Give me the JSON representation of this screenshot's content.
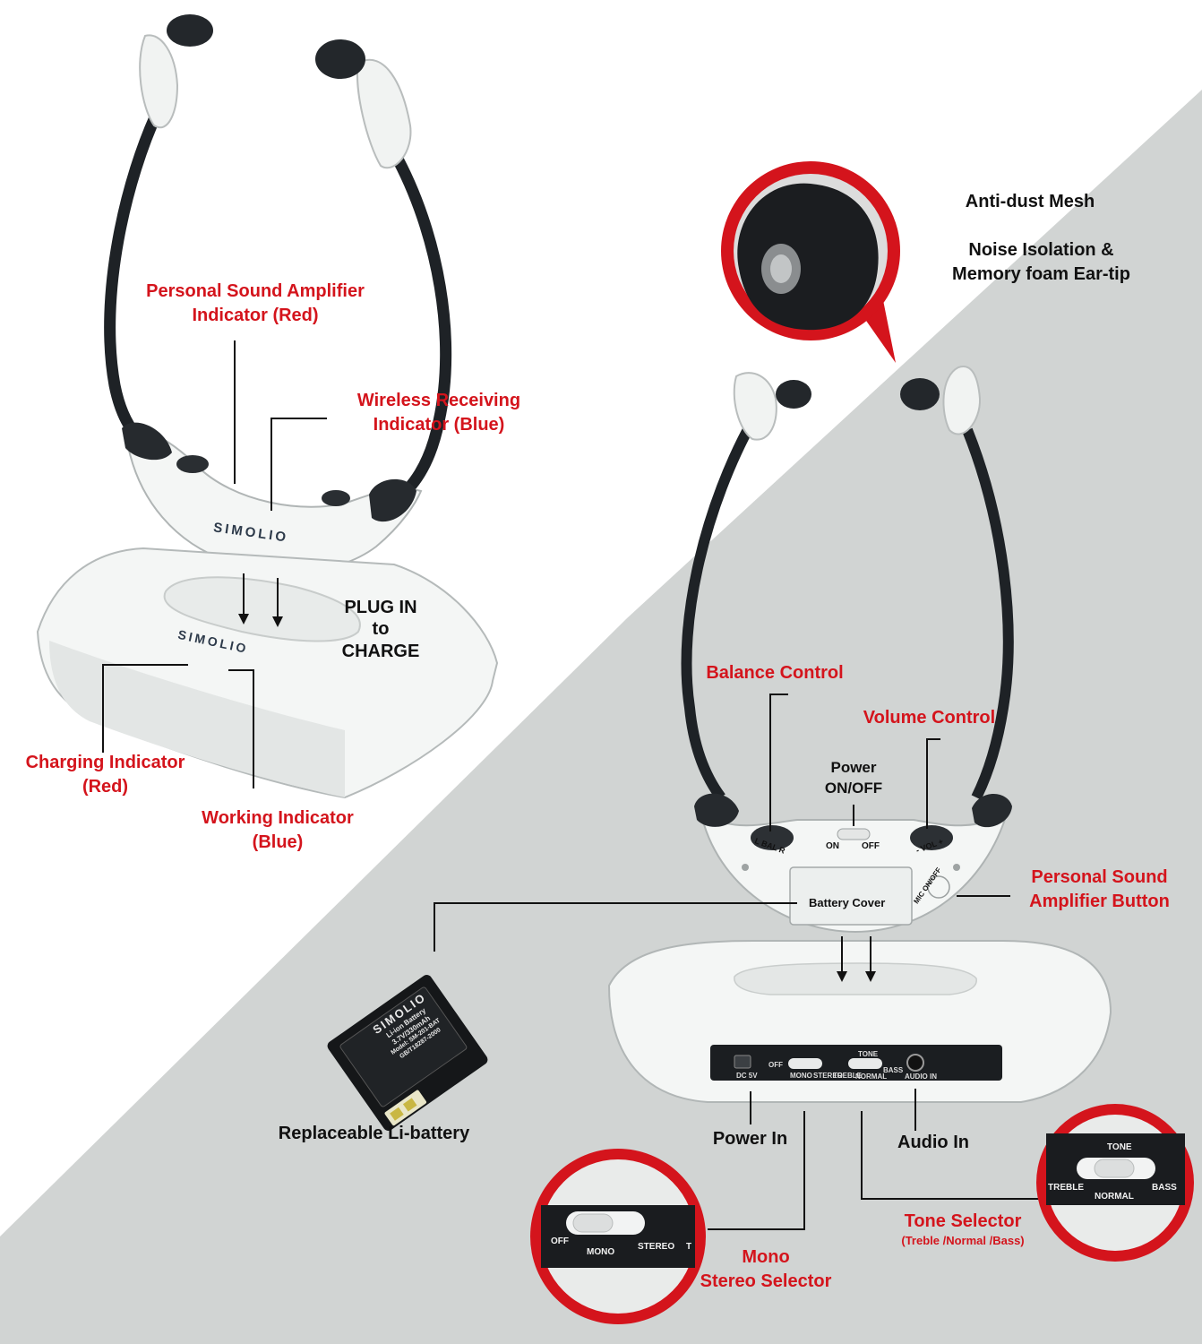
{
  "colors": {
    "label_red": "#d4141c",
    "label_black": "#111111",
    "background_gray": "#d1d4d3",
    "device_white": "#f4f6f5",
    "device_dark": "#1e2226"
  },
  "top_headset": {
    "brand": "SIMOLIO",
    "personal_sound_amplifier_indicator": {
      "line1": "Personal Sound Amplifier",
      "line2": "Indicator (Red)"
    },
    "wireless_receiving_indicator": {
      "line1": "Wireless Receiving",
      "line2": "Indicator (Blue)"
    }
  },
  "top_base": {
    "brand": "SIMOLIO",
    "plug_in": {
      "line1": "PLUG IN",
      "line2": "to",
      "line3": "CHARGE"
    },
    "charging_indicator": {
      "line1": "Charging Indicator",
      "line2": "(Red)"
    },
    "working_indicator": {
      "line1": "Working Indicator",
      "line2": "(Blue)"
    }
  },
  "ear_tip": {
    "line1": "Anti-dust Mesh",
    "line2": "Noise Isolation &",
    "line3": "Memory foam Ear-tip"
  },
  "right_headset": {
    "balance_control": "Balance Control",
    "volume_control": "Volume Control",
    "power": {
      "line1": "Power",
      "line2": "ON/OFF"
    },
    "switch_on": "ON",
    "switch_off": "OFF",
    "bal_knob": "L BAL R",
    "vol_knob": "- VOL +",
    "mic_button": "MIC ON/OFF",
    "battery_cover": "Battery Cover",
    "personal_sound_amplifier_button": {
      "line1": "Personal Sound",
      "line2": "Amplifier Button"
    }
  },
  "battery": {
    "brand": "SIMOLIO",
    "line1": "Li-ion Battery",
    "line2": "3.7V/330mAh",
    "line3": "Model: SM-201-BAT",
    "line4": "GB/T18287-2000",
    "label": "Replaceable Li-battery"
  },
  "rear_panel": {
    "dc": "DC 5V",
    "mono_off": "OFF",
    "mono_mono": "MONO",
    "mono_stereo": "STEREO",
    "tone": "TONE",
    "treble": "TREBLE",
    "normal": "NORMAL",
    "bass": "BASS",
    "audio_in_port": "AUDIO IN",
    "power_in": "Power In",
    "audio_in": "Audio In"
  },
  "mono_zoom": {
    "off": "OFF",
    "mono": "MONO",
    "stereo": "STEREO",
    "cut": "T"
  },
  "mono_stereo_selector": {
    "line1": "Mono",
    "line2": "Stereo Selector"
  },
  "tone_zoom": {
    "tone": "TONE",
    "treble": "TREBLE",
    "normal": "NORMAL",
    "bass": "BASS"
  },
  "tone_selector": {
    "title": "Tone Selector",
    "subtitle": "(Treble /Normal /Bass)"
  }
}
